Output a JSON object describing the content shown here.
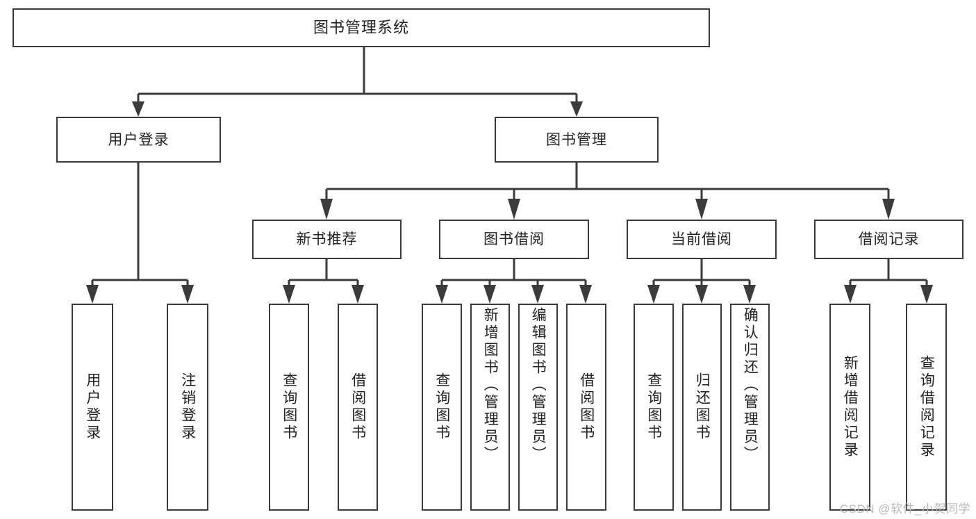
{
  "diagram": {
    "type": "tree",
    "title": "图书管理系统",
    "root": {
      "label": "图书管理系统"
    },
    "level2": [
      {
        "label": "用户登录"
      },
      {
        "label": "图书管理"
      }
    ],
    "level3": [
      {
        "label": "新书推荐"
      },
      {
        "label": "图书借阅"
      },
      {
        "label": "当前借阅"
      },
      {
        "label": "借阅记录"
      }
    ],
    "leaves": {
      "user_login": [
        {
          "label": "用户登录"
        },
        {
          "label": "注销登录"
        }
      ],
      "new_book_recommend": [
        {
          "label": "查询图书"
        },
        {
          "label": "借阅图书"
        }
      ],
      "book_borrow": [
        {
          "label": "查询图书"
        },
        {
          "label": "新增图书（管理员）"
        },
        {
          "label": "编辑图书（管理员）"
        },
        {
          "label": "借阅图书"
        }
      ],
      "current_borrow": [
        {
          "label": "查询图书"
        },
        {
          "label": "归还图书"
        },
        {
          "label": "确认归还（管理员）"
        }
      ],
      "borrow_record": [
        {
          "label": "新增借阅记录"
        },
        {
          "label": "查询借阅记录"
        }
      ]
    },
    "watermark": "CSDN @软件_小贺同学",
    "colors": {
      "border": "#3b3b3b",
      "background": "#ffffff",
      "text": "#222222",
      "watermark": "#b9b9b9"
    }
  }
}
